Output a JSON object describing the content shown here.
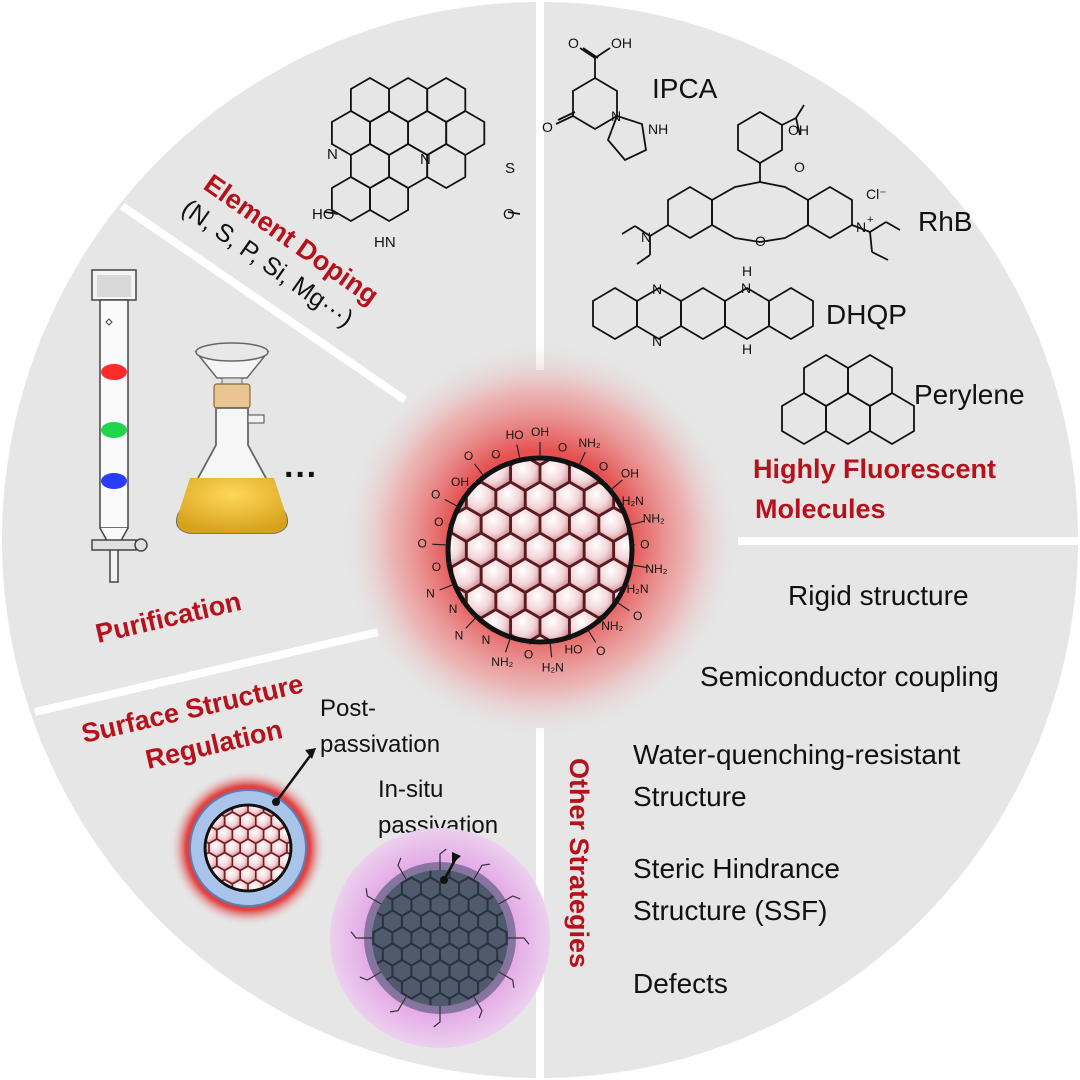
{
  "colors": {
    "background": "#e6e6e6",
    "divider": "#ffffff",
    "title_red": "#b5121b",
    "core_glow": "#e02a2a"
  },
  "element_doping": {
    "title": "Element Doping",
    "subtitle": "(N, S, P, Si, Mg···)",
    "structure_labels": [
      "S",
      "N",
      "N",
      "O",
      "HO",
      "HN"
    ]
  },
  "fluorescent": {
    "title_line1": "Highly Fluorescent",
    "title_line2": "Molecules",
    "molecules": [
      "IPCA",
      "RhB",
      "DHQP",
      "Perylene"
    ],
    "ipca_atoms": [
      "O",
      "OH",
      "O",
      "N",
      "NH"
    ],
    "rhb_atoms": [
      "O",
      "OH",
      "N",
      "O",
      "N",
      "+",
      "Cl⁻"
    ],
    "dhqp_atoms": [
      "N",
      "N",
      "H",
      "N",
      "H"
    ]
  },
  "purification": {
    "title": "Purification",
    "ellipsis": "···",
    "band_colors": [
      "#ff2a2a",
      "#1fd64a",
      "#2a3cff"
    ]
  },
  "surface": {
    "title_line1": "Surface Structure",
    "title_line2": "Regulation",
    "post_line1": "Post-",
    "post_line2": "passivation",
    "insitu_line1": "In-situ",
    "insitu_line2": "passivation"
  },
  "other": {
    "title": "Other Strategies",
    "items": [
      "Rigid structure",
      "Semiconductor coupling",
      "Water-quenching-resistant",
      "Structure",
      "Steric Hindrance",
      "Structure (SSF)",
      "Defects"
    ]
  },
  "core_labels": {
    "groups": [
      "OH",
      "O",
      "NH₂",
      "O",
      "OH",
      "H₂N",
      "NH₂",
      "O",
      "NH₂",
      "H₂N",
      "O",
      "NH₂",
      "O",
      "HO",
      "H₂N",
      "O",
      "NH₂",
      "N",
      "N",
      "N",
      "N",
      "O",
      "O",
      "O",
      "O",
      "OH",
      "O",
      "O",
      "HO"
    ]
  }
}
